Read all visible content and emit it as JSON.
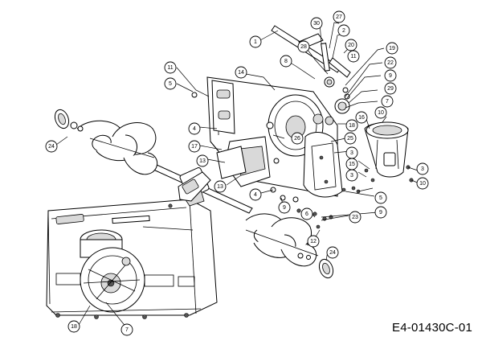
{
  "diagram": {
    "code": "E4-01430C-01",
    "callouts": [
      {
        "id": "c1",
        "label": "1"
      },
      {
        "id": "c30",
        "label": "30"
      },
      {
        "id": "c27",
        "label": "27"
      },
      {
        "id": "c2",
        "label": "2"
      },
      {
        "id": "c20",
        "label": "20"
      },
      {
        "id": "c11a",
        "label": "11"
      },
      {
        "id": "c28a",
        "label": "28"
      },
      {
        "id": "c8",
        "label": "8"
      },
      {
        "id": "c19",
        "label": "19"
      },
      {
        "id": "c22",
        "label": "22"
      },
      {
        "id": "c9a",
        "label": "9"
      },
      {
        "id": "c29",
        "label": "29"
      },
      {
        "id": "c7a",
        "label": "7"
      },
      {
        "id": "c11b",
        "label": "11"
      },
      {
        "id": "c14",
        "label": "14"
      },
      {
        "id": "c5a",
        "label": "5"
      },
      {
        "id": "c10a",
        "label": "10"
      },
      {
        "id": "c16",
        "label": "16"
      },
      {
        "id": "c18a",
        "label": "18"
      },
      {
        "id": "c4a",
        "label": "4"
      },
      {
        "id": "c26",
        "label": "26"
      },
      {
        "id": "c25",
        "label": "25"
      },
      {
        "id": "c24a",
        "label": "24"
      },
      {
        "id": "c17",
        "label": "17"
      },
      {
        "id": "c13a",
        "label": "13"
      },
      {
        "id": "c13b",
        "label": "13"
      },
      {
        "id": "c3a",
        "label": "3"
      },
      {
        "id": "c15",
        "label": "15"
      },
      {
        "id": "c3b",
        "label": "3"
      },
      {
        "id": "c10b",
        "label": "10"
      },
      {
        "id": "c3c",
        "label": "3"
      },
      {
        "id": "c4b",
        "label": "4"
      },
      {
        "id": "c9b",
        "label": "9"
      },
      {
        "id": "c5b",
        "label": "5"
      },
      {
        "id": "c9c",
        "label": "9"
      },
      {
        "id": "c6",
        "label": "6"
      },
      {
        "id": "c23",
        "label": "23"
      },
      {
        "id": "c12",
        "label": "12"
      },
      {
        "id": "c24b",
        "label": "24"
      },
      {
        "id": "c18b",
        "label": "18"
      },
      {
        "id": "c7b",
        "label": "7"
      }
    ]
  }
}
